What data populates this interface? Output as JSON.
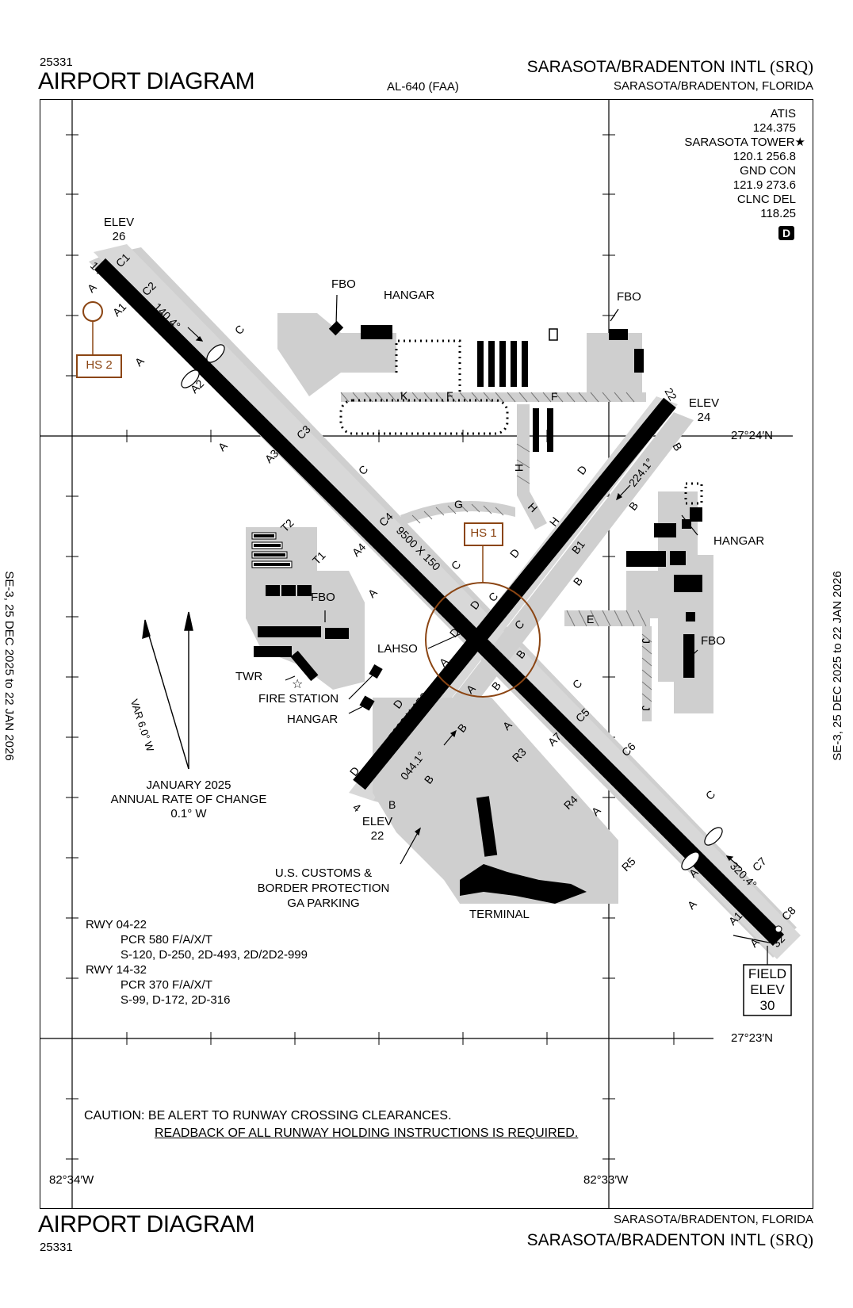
{
  "header": {
    "id_top": "25331",
    "title_top": "AIRPORT DIAGRAM",
    "al_code": "AL-640 (FAA)",
    "airport_name_top": "SARASOTA/BRADENTON INTL",
    "airport_code_top": "(SRQ)",
    "city_top": "SARASOTA/BRADENTON, FLORIDA"
  },
  "footer": {
    "title_bottom": "AIRPORT DIAGRAM",
    "id_bottom": "25331",
    "city_bottom": "SARASOTA/BRADENTON, FLORIDA",
    "airport_name_bottom": "SARASOTA/BRADENTON INTL",
    "airport_code_bottom": "(SRQ)"
  },
  "side": {
    "left_cycle": "SE-3,  25 DEC 2025  to  22 JAN 2026",
    "right_cycle": "SE-3,  25 DEC 2025  to  22 JAN 2026"
  },
  "frequencies": {
    "atis_label": "ATIS",
    "atis_freq": "124.375",
    "tower_label": "SARASOTA TOWER★",
    "tower_freq": "120.1  256.8",
    "gnd_label": "GND CON",
    "gnd_freq": "121.9  273.6",
    "clnc_label": "CLNC DEL",
    "clnc_freq": "118.25",
    "d_badge": "D"
  },
  "coords": {
    "lat_top": "27°24′N",
    "lat_bottom": "27°23′N",
    "lon_left": "82°34′W",
    "lon_right": "82°33′W"
  },
  "runways": {
    "rwy14_num": "14",
    "rwy32_num": "32",
    "rwy4_num": "4",
    "rwy22_num": "22",
    "rwy14_32_dims": "9500 X 150",
    "rwy4_22_dims": "5006 X 150",
    "hdg_140": "140.4°",
    "hdg_320": "320.4°",
    "hdg_044": "044.1°",
    "hdg_224": "224.1°",
    "elev14_label": "ELEV",
    "elev14_val": "26",
    "elev22_label": "ELEV",
    "elev22_val": "24",
    "elev4_label": "ELEV",
    "elev4_val": "22",
    "field_elev_1": "FIELD",
    "field_elev_2": "ELEV",
    "field_elev_3": "30"
  },
  "hotspots": {
    "hs1": "HS 1",
    "hs2": "HS 2",
    "lahso": "LAHSO"
  },
  "facilities": {
    "fbo_n": "FBO",
    "hangar_n": "HANGAR",
    "fbo_ne": "FBO",
    "hangar_e": "HANGAR",
    "fbo_e": "FBO",
    "fbo_w": "FBO",
    "twr": "TWR",
    "fire_station": "FIRE STATION",
    "hangar_w": "HANGAR",
    "customs_1": "U.S. CUSTOMS &",
    "customs_2": "BORDER PROTECTION",
    "customs_3": "GA PARKING",
    "terminal": "TERMINAL"
  },
  "magnetic": {
    "var": "VAR 6.0° W",
    "change_1": "JANUARY 2025",
    "change_2": "ANNUAL RATE OF CHANGE",
    "change_3": "0.1° W"
  },
  "pcr": {
    "rwy0422": "RWY 04-22",
    "rwy0422_pcr": "PCR 580 F/A/X/T",
    "rwy0422_wt": "S-120, D-250, 2D-493, 2D/2D2-999",
    "rwy1432": "RWY 14-32",
    "rwy1432_pcr": "PCR 370 F/A/X/T",
    "rwy1432_wt": "S-99, D-172, 2D-316"
  },
  "caution": {
    "line1": "CAUTION: BE ALERT TO RUNWAY CROSSING CLEARANCES.",
    "line2": "READBACK OF ALL RUNWAY HOLDING INSTRUCTIONS IS REQUIRED."
  },
  "taxiways": {
    "a": "A",
    "a1": "A1",
    "a2": "A2",
    "a3": "A3",
    "a4": "A4",
    "a7": "A7",
    "a9": "A9",
    "a10": "A10",
    "b": "B",
    "b1": "B1",
    "c": "C",
    "c1": "C1",
    "c2": "C2",
    "c3": "C3",
    "c4": "C4",
    "c5": "C5",
    "c6": "C6",
    "c7": "C7",
    "c8": "C8",
    "d": "D",
    "e": "E",
    "f": "F",
    "g": "G",
    "h": "H",
    "j": "J",
    "k": "K",
    "r3": "R3",
    "r4": "R4",
    "r5": "R5",
    "t1": "T1",
    "t2": "T2"
  }
}
